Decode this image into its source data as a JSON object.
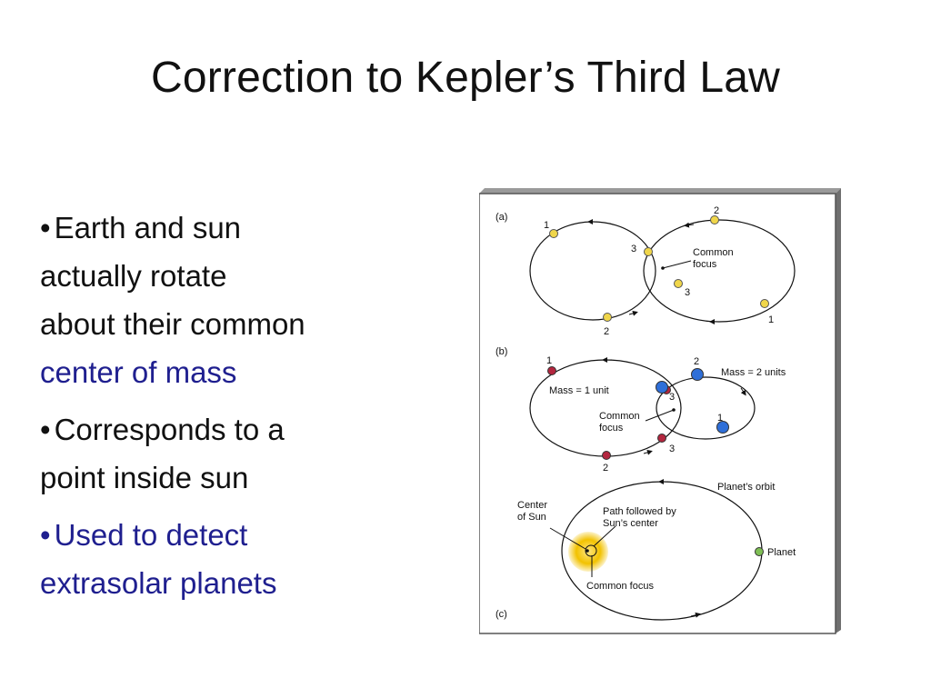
{
  "slide": {
    "title": "Correction to Kepler’s Third Law",
    "bullets": [
      {
        "lines": [
          "Earth and sun",
          "actually rotate",
          "about their common"
        ],
        "highlight": "center of mass"
      },
      {
        "lines": [
          "Corresponds to a",
          "point inside sun"
        ]
      },
      {
        "text": "Used to detect",
        "text2": "extrasolar planets"
      }
    ]
  },
  "figure": {
    "panels": {
      "a": {
        "label": "(a)",
        "common_focus": [
          "Common",
          "focus"
        ],
        "nums": [
          "1",
          "2",
          "3",
          "3",
          "1",
          "2"
        ]
      },
      "b": {
        "label": "(b)",
        "mass_small": "Mass = 1 unit",
        "mass_large": "Mass = 2 units",
        "common_focus": [
          "Common",
          "focus"
        ],
        "nums": [
          "1",
          "2",
          "3",
          "1",
          "3",
          "2"
        ]
      },
      "c": {
        "label": "(c)",
        "planets_orbit": "Planet’s orbit",
        "center_of_sun": [
          "Center",
          "of Sun"
        ],
        "path_followed": [
          "Path followed by",
          "Sun’s center"
        ],
        "planet": "Planet",
        "common_focus": "Common focus"
      }
    },
    "colors": {
      "yellow_body": "#f0d64a",
      "red_body": "#b3263f",
      "blue_body": "#2f6fd8",
      "green_planet": "#7fbf55",
      "sun_glow": "#f2c200"
    }
  }
}
